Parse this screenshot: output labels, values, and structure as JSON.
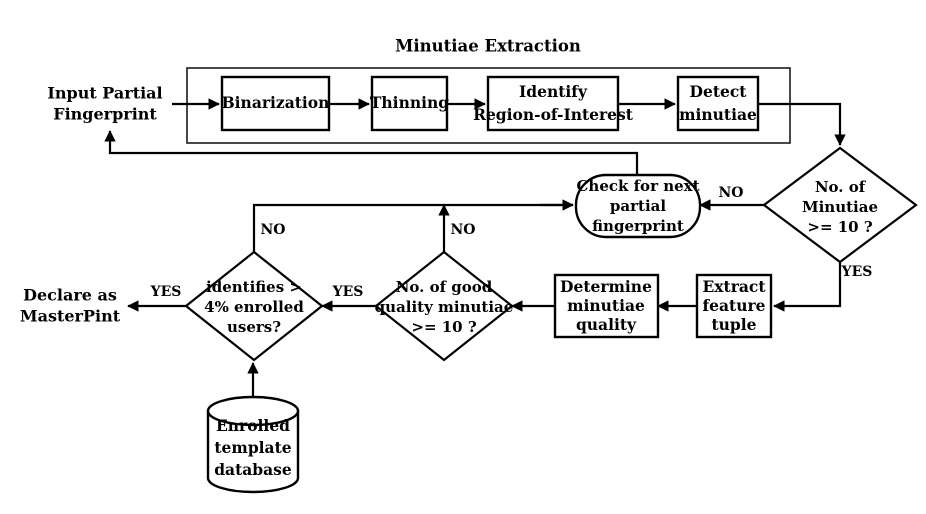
{
  "diagram": {
    "title": "Minutiae Extraction",
    "type": "flowchart",
    "background_color": "#ffffff",
    "stroke_color": "#000000",
    "nodes": {
      "input": {
        "line1": "Input Partial",
        "line2": "Fingerprint"
      },
      "binarization": {
        "label": "Binarization"
      },
      "thinning": {
        "label": "Thinning"
      },
      "roi": {
        "line1": "Identify",
        "line2": "Region-of-Interest"
      },
      "detect": {
        "line1": "Detect",
        "line2": "minutiae"
      },
      "minutiae_count": {
        "line1": "No. of",
        "line2": "Minutiae",
        "line3": ">= 10 ?"
      },
      "check_next": {
        "line1": "Check for next",
        "line2": "partial",
        "line3": "fingerprint"
      },
      "extract_tuple": {
        "line1": "Extract",
        "line2": "feature",
        "line3": "tuple"
      },
      "determine_quality": {
        "line1": "Determine",
        "line2": "minutiae",
        "line3": "quality"
      },
      "good_quality_count": {
        "line1": "No. of good",
        "line2": "quality minutiae",
        "line3": ">= 10 ?"
      },
      "identifies_users": {
        "line1": "identifies >",
        "line2": "4% enrolled",
        "line3": "users?"
      },
      "declare": {
        "line1": "Declare as",
        "line2": "MasterPint"
      },
      "database": {
        "line1": "Enrolled",
        "line2": "template",
        "line3": "database"
      }
    },
    "edge_labels": {
      "minutiae_no": "NO",
      "minutiae_yes": "YES",
      "quality_no": "NO",
      "quality_yes": "YES",
      "identifies_no": "NO",
      "identifies_yes": "YES"
    }
  }
}
